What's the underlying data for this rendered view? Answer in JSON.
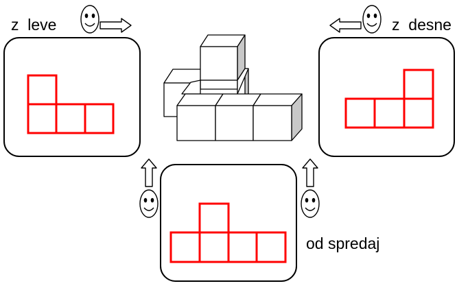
{
  "labels": {
    "from_left": "z  leve",
    "from_right": "z  desne",
    "from_front": "od spredaj"
  },
  "icons": {
    "viewer": "smiley-face-icon",
    "direction": "outline-arrow-icon"
  },
  "views": {
    "left": {
      "description_grid": [
        [
          1,
          0,
          0
        ],
        [
          1,
          1,
          1
        ]
      ]
    },
    "right": {
      "description_grid": [
        [
          0,
          0,
          1
        ],
        [
          1,
          1,
          1
        ]
      ]
    },
    "front": {
      "description_grid": [
        [
          0,
          1,
          0,
          0
        ],
        [
          1,
          1,
          1,
          1
        ]
      ]
    }
  },
  "colors": {
    "outline": "#000000",
    "view_square": "#ff0000",
    "cube_face": "#ffffff",
    "cube_side": "#c8c8c8"
  }
}
